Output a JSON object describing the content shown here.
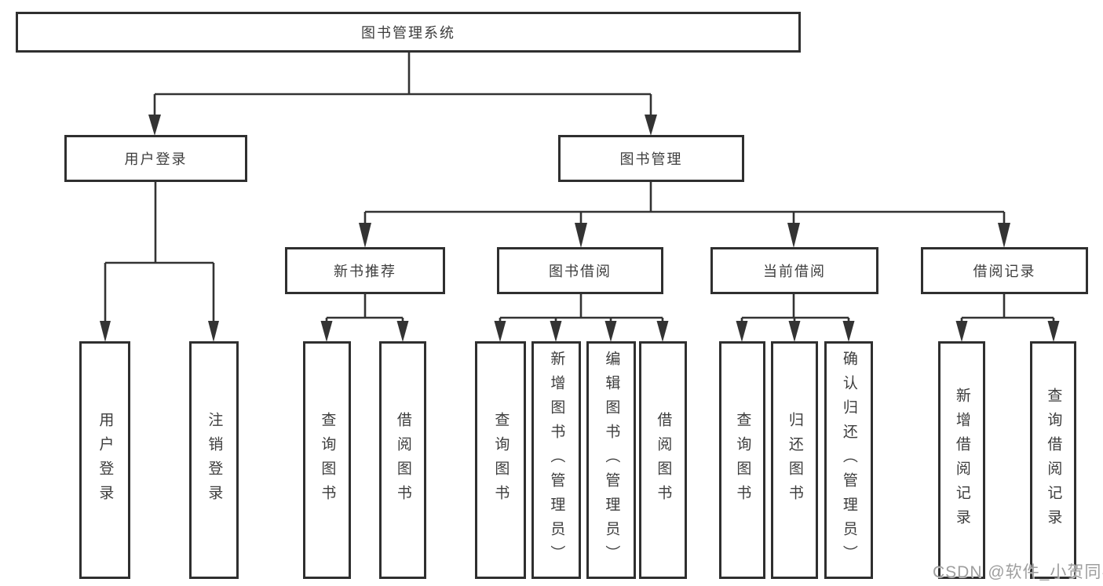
{
  "diagram": {
    "root": "图书管理系统",
    "level2": [
      "用户登录",
      "图书管理"
    ],
    "level3": [
      "新书推荐",
      "图书借阅",
      "当前借阅",
      "借阅记录"
    ],
    "leaves": {
      "user_login": [
        "用户登录",
        "注销登录"
      ],
      "new_books": [
        "查询图书",
        "借阅图书"
      ],
      "book_borrow": [
        "查询图书",
        "新增图书（管理员）",
        "编辑图书（管理员）",
        "借阅图书"
      ],
      "current_borrow": [
        "查询图书",
        "归还图书",
        "确认归还（管理员）"
      ],
      "borrow_records": [
        "新增借阅记录",
        "查询借阅记录"
      ]
    }
  },
  "watermark": "CSDN @软件_小贺同学",
  "colors": {
    "line": "#333333",
    "border": "#2f2f2f",
    "text": "#3d3d3d",
    "background": "#ffffff",
    "watermark": "#9e9e9e"
  }
}
